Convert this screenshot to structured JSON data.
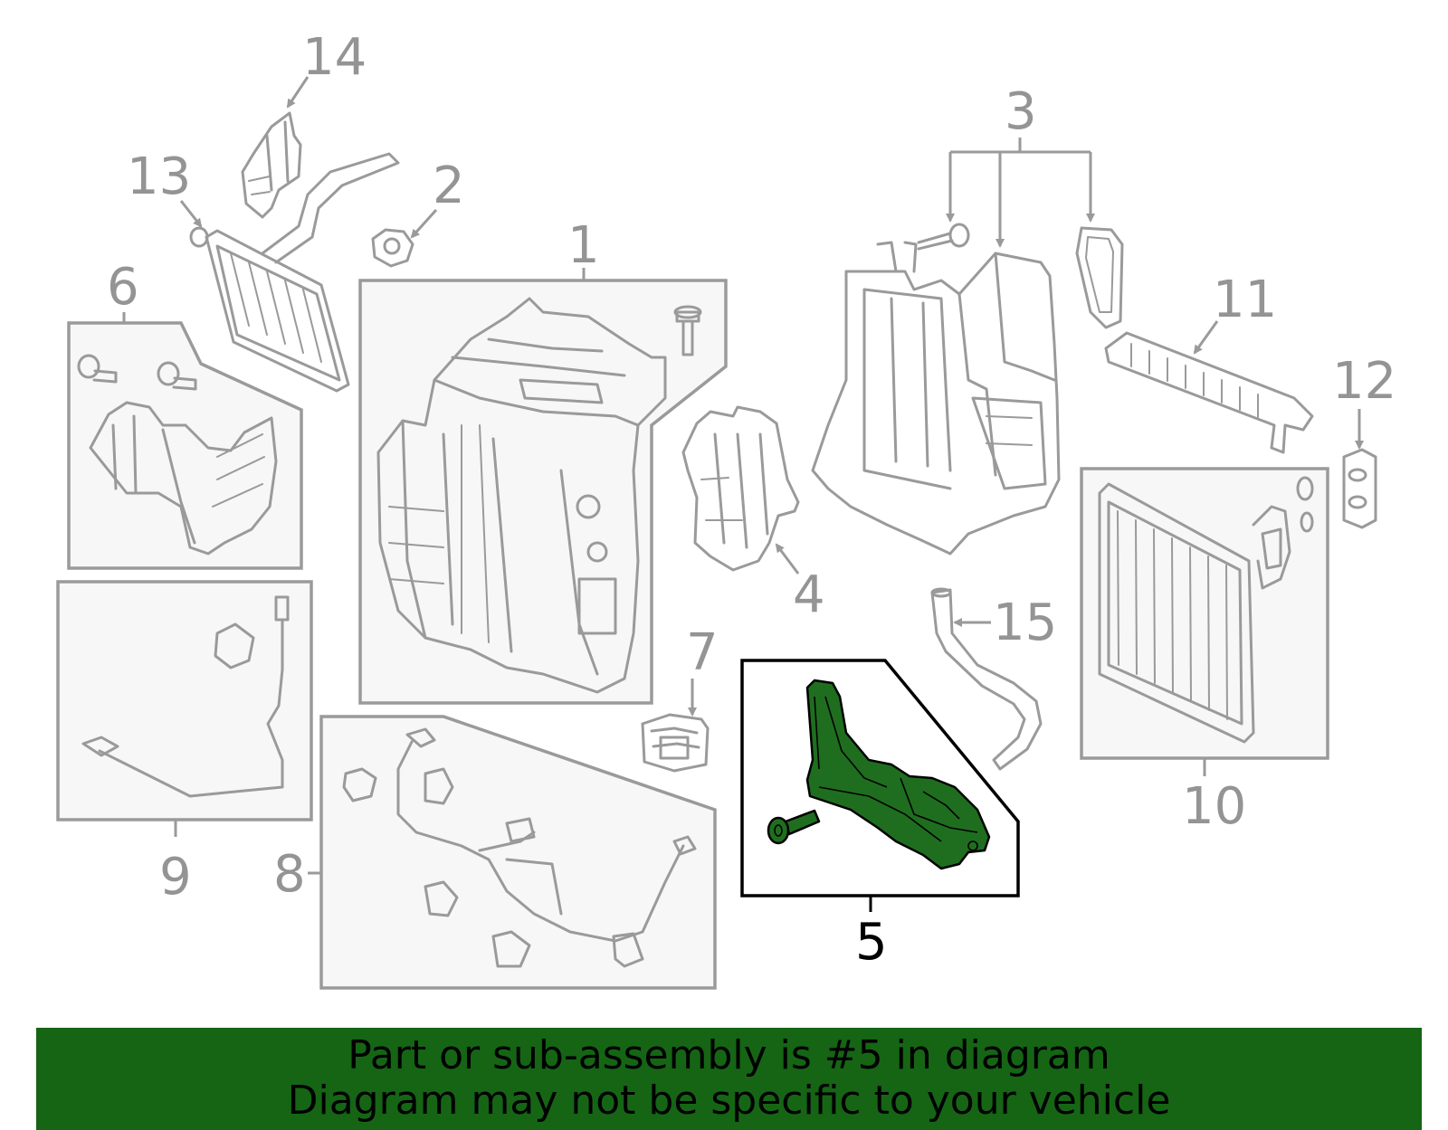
{
  "callouts": {
    "c1": "1",
    "c2": "2",
    "c3": "3",
    "c4": "4",
    "c5": "5",
    "c6": "6",
    "c7": "7",
    "c8": "8",
    "c9": "9",
    "c10": "10",
    "c11": "11",
    "c12": "12",
    "c13": "13",
    "c14": "14",
    "c15": "15"
  },
  "highlighted_part": "5",
  "colors": {
    "highlight_fill": "#1f6e1f",
    "banner_background": "#156515",
    "line_gray": "#9a9a9a"
  },
  "banner": {
    "line1": "Part or sub-assembly is #5 in diagram",
    "line2": "Diagram may not be specific to your vehicle"
  }
}
